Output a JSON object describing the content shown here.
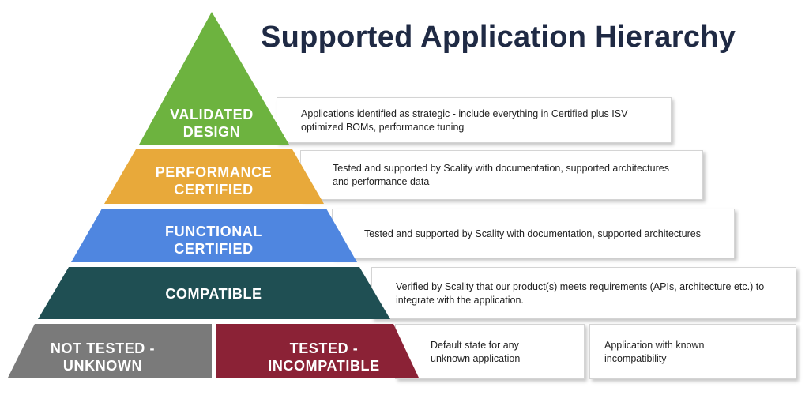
{
  "title": "Supported Application Hierarchy",
  "colors": {
    "validated": "#6db33f",
    "performance": "#e8a93a",
    "functional": "#4f86e0",
    "compatible": "#1f4f53",
    "not_tested": "#7a7a7a",
    "incompatible": "#8b2236",
    "title": "#1f2a44"
  },
  "tiers": [
    {
      "lines": [
        "VALIDATED",
        "DESIGN"
      ],
      "description": "Applications identified as strategic - include everything in Certified plus ISV optimized BOMs, performance tuning"
    },
    {
      "lines": [
        "PERFORMANCE",
        "CERTIFIED"
      ],
      "description": "Tested and supported by Scality with documentation, supported architectures and  performance data"
    },
    {
      "lines": [
        "FUNCTIONAL",
        "CERTIFIED"
      ],
      "description": "Tested and supported by Scality with documentation, supported architectures"
    },
    {
      "lines": [
        "COMPATIBLE"
      ],
      "description": "Verified by Scality that our product(s) meets requirements (APIs, architecture etc.) to integrate with the application."
    }
  ],
  "base": {
    "left": {
      "lines": [
        "NOT TESTED -",
        "UNKNOWN"
      ],
      "description": "Default state for any unknown application"
    },
    "right": {
      "lines": [
        "TESTED -",
        "INCOMPATIBLE"
      ],
      "description": "Application with known incompatibility"
    }
  }
}
